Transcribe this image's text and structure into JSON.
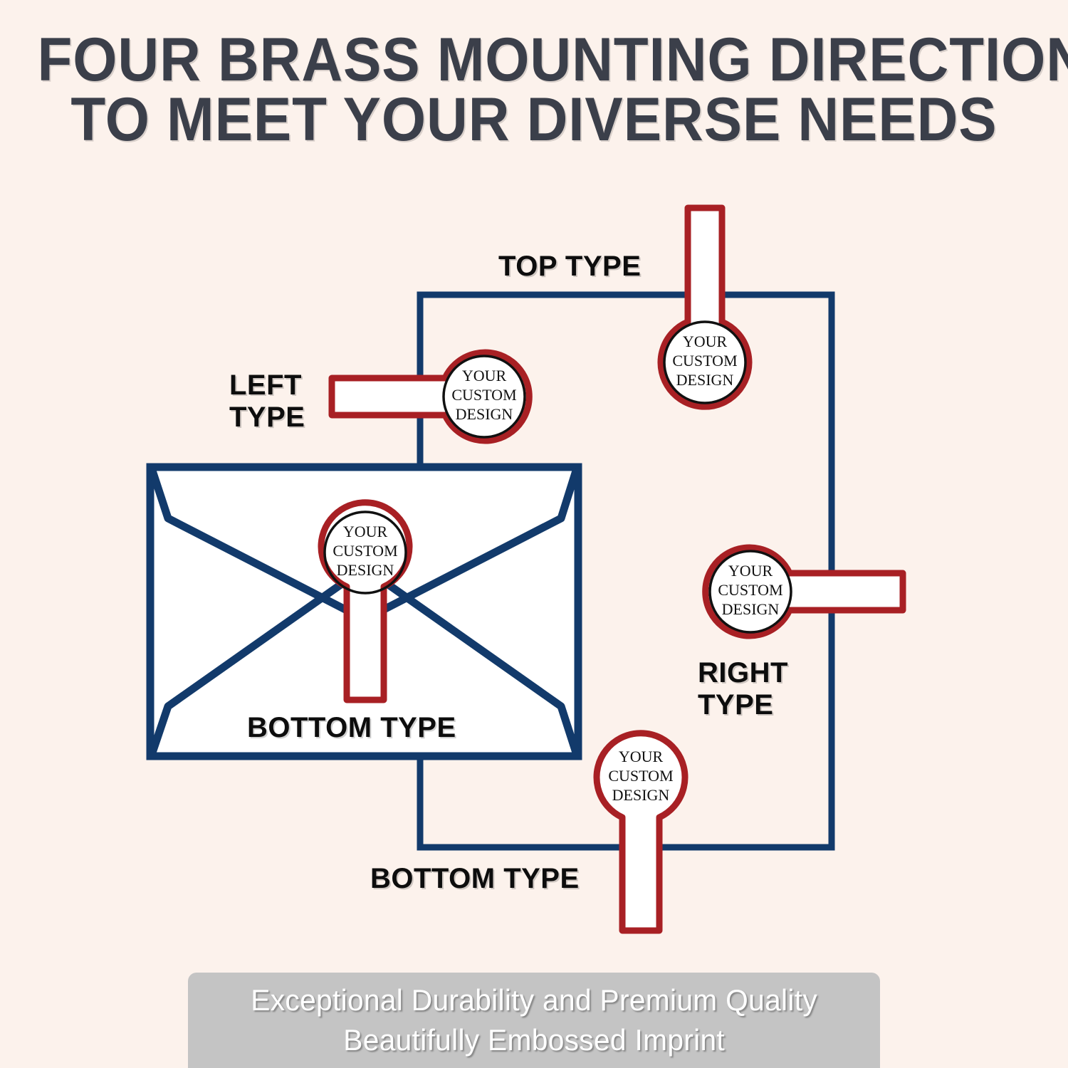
{
  "colors": {
    "background": "#fcf2ec",
    "navy": "#123a6b",
    "red": "#a82024",
    "title_text": "#3b3f4a",
    "label_text": "#0d0d0d",
    "footer_band": "#c4c4c4",
    "footer_text": "#ffffff",
    "seal_fill": "#ffffff",
    "seal_inner_ring": "#111111"
  },
  "headline": {
    "line1": "FOUR BRASS MOUNTING DIRECTIONS",
    "line2": "TO MEET YOUR DIVERSE NEEDS"
  },
  "diagram": {
    "labels": {
      "top": "TOP TYPE",
      "left": "LEFT\nTYPE",
      "right": "RIGHT\nTYPE",
      "bottom_envelope": "BOTTOM TYPE",
      "bottom_outer": "BOTTOM TYPE"
    },
    "seal_text": {
      "line1": "YOUR",
      "line2": "CUSTOM",
      "line3": "DESIGN"
    },
    "seals": [
      {
        "id": "top",
        "orientation": "vertical-up",
        "inner_ring": true
      },
      {
        "id": "left",
        "orientation": "horizontal-left",
        "inner_ring": true
      },
      {
        "id": "right",
        "orientation": "horizontal-right",
        "inner_ring": true
      },
      {
        "id": "bottom-outer",
        "orientation": "vertical-down",
        "inner_ring": false
      },
      {
        "id": "envelope",
        "orientation": "vertical-down",
        "inner_ring": true
      }
    ]
  },
  "footer": {
    "line1": "Exceptional Durability and Premium Quality",
    "line2": "Beautifully Embossed Imprint"
  }
}
